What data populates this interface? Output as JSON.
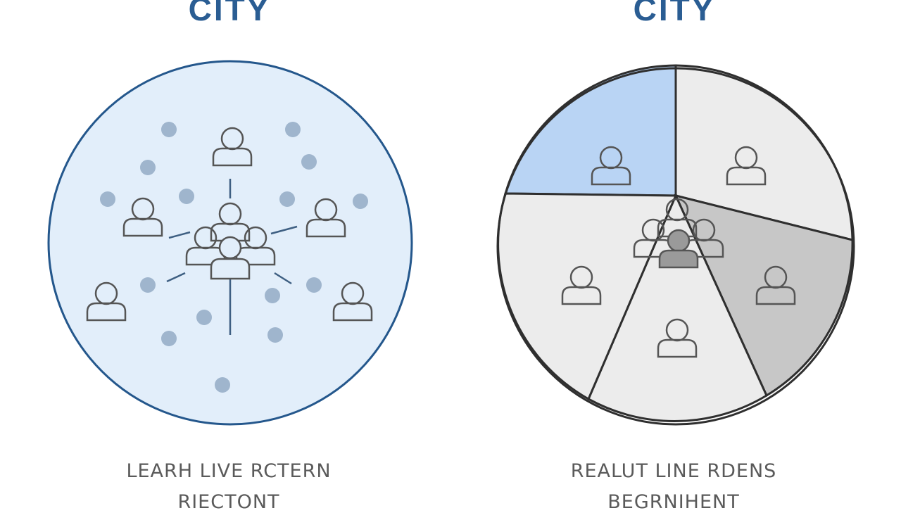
{
  "left_panel": {
    "title": "CITY",
    "caption_line1": "LEARH LIVE RCTERN",
    "caption_line2": "RIECTONT",
    "fill_color": "#e2eefa",
    "border_color": "#24578c",
    "dot_color": "#9fb5cd",
    "icon_color": "#555555"
  },
  "right_panel": {
    "title": "CITY",
    "caption_line1": "REALUT LINE RDENS",
    "caption_line2": "BEGRNIHENT",
    "highlight_color": "#b9d4f4",
    "segment_color": "#ececec",
    "dark_segment_color": "#c7c7c7",
    "border_color": "#2f2f2f"
  }
}
